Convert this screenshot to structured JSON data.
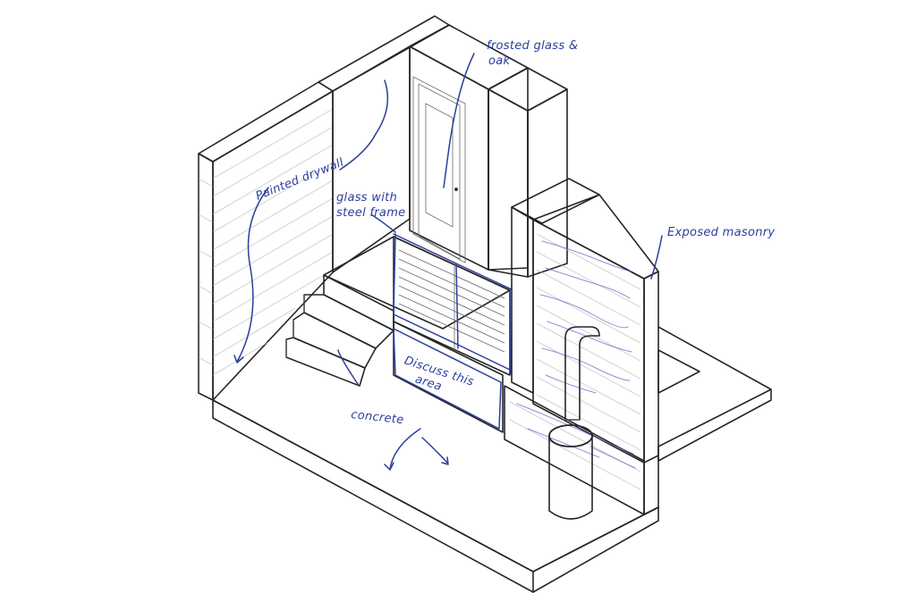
{
  "annotations": {
    "frosted_glass": [
      "frosted glass &",
      "oak"
    ],
    "painted_drywall": "Painted drywall",
    "glass_steel": [
      "glass with",
      "steel frame"
    ],
    "exposed_masonry": "Exposed masonry",
    "discuss_area": [
      "Discuss this",
      "area"
    ],
    "concrete": "concrete"
  },
  "colors": {
    "ink": "#262626",
    "pen": "#2c3e9c",
    "wall_cap": "#808080"
  }
}
